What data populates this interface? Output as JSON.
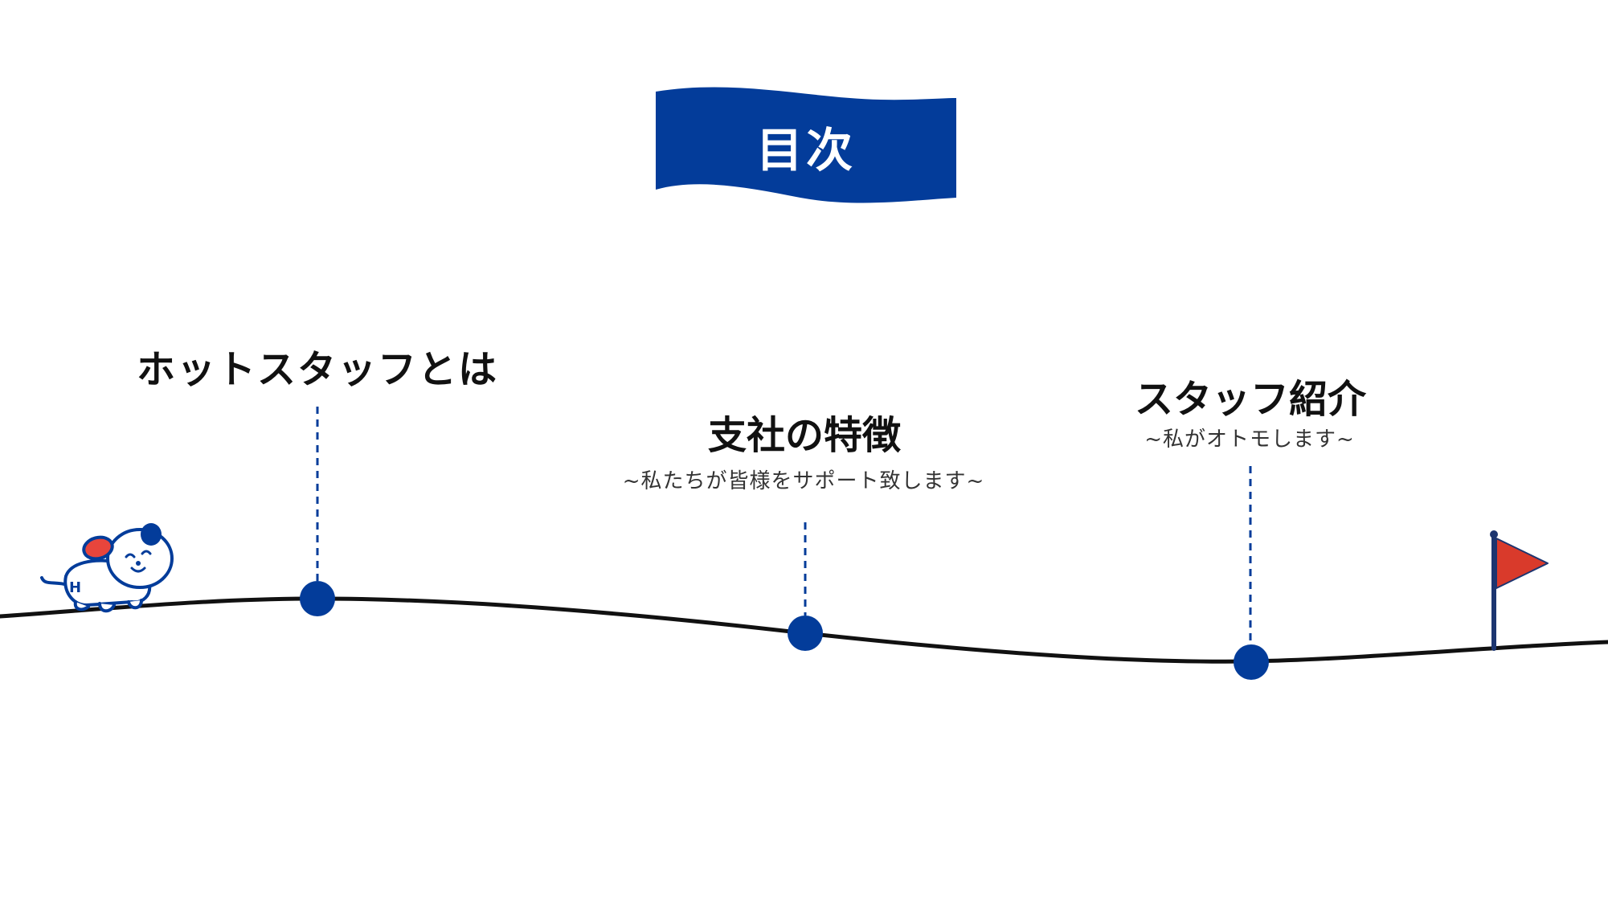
{
  "banner": {
    "title": "目次",
    "color": "#033c9a"
  },
  "sections": [
    {
      "title": "ホットスタッフとは",
      "subtitle": ""
    },
    {
      "title": "支社の特徴",
      "subtitle": "~私たちが皆様をサポート致します~"
    },
    {
      "title": "スタッフ紹介",
      "subtitle": "~私がオトモします~"
    }
  ],
  "colors": {
    "accent": "#033c9a",
    "path": "#111111",
    "flag": "#d93a2b",
    "mascot_ear": "#e8453c"
  },
  "icons": {
    "mascot": "dog-mascot-icon",
    "goal": "goal-flag-icon"
  }
}
